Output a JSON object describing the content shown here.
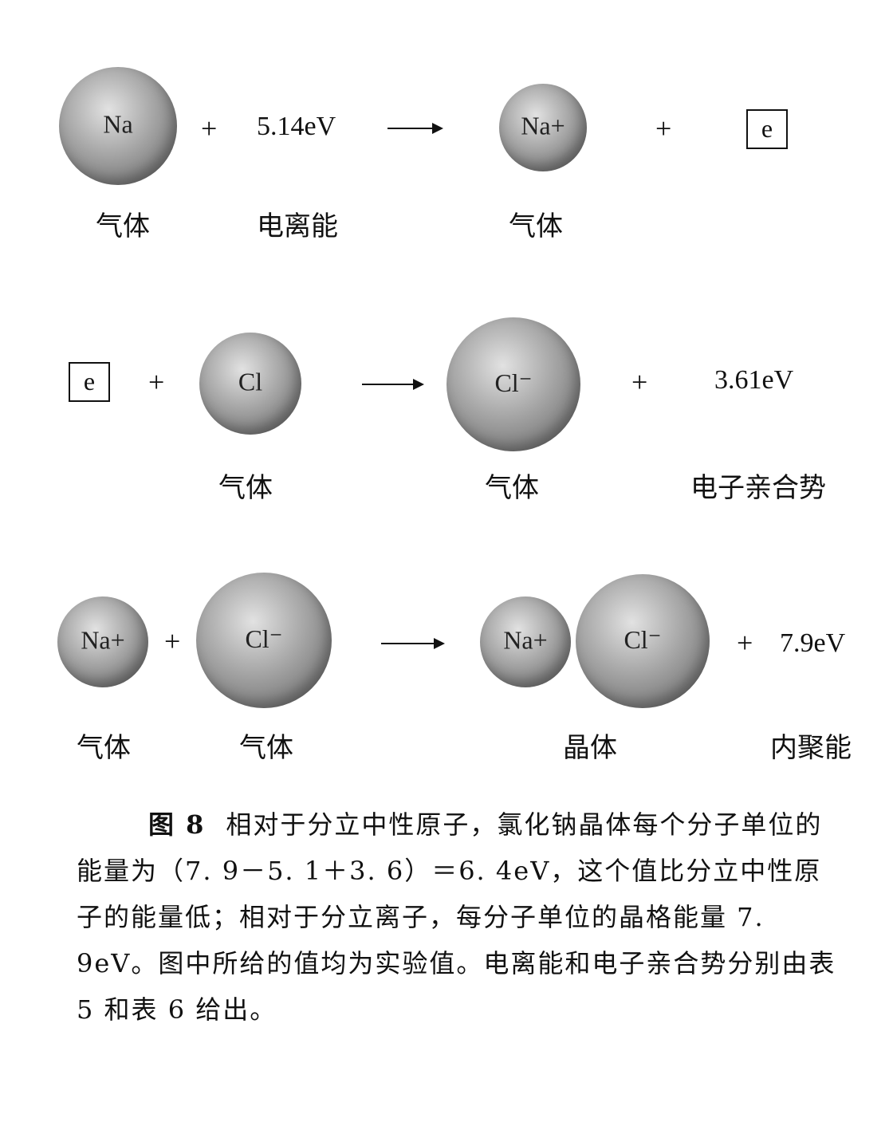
{
  "row1": {
    "atom1": "Na",
    "plus1": "+",
    "energy": "5.14eV",
    "ion": "Na+",
    "plus2": "+",
    "electron": "e",
    "label1": "气体",
    "label2": "电离能",
    "label3": "气体"
  },
  "row2": {
    "electron": "e",
    "plus1": "+",
    "atom": "Cl",
    "ion": "Cl⁻",
    "plus2": "+",
    "energy": "3.61eV",
    "label1": "气体",
    "label2": "气体",
    "label3": "电子亲合势"
  },
  "row3": {
    "ion1": "Na+",
    "plus1": "+",
    "ion2": "Cl⁻",
    "crystal_na": "Na+",
    "crystal_cl": "Cl⁻",
    "plus2": "+",
    "energy": "7.9eV",
    "label1": "气体",
    "label2": "气体",
    "label3": "晶体",
    "label4": "内聚能"
  },
  "caption": {
    "figure": "图 8",
    "text": "相对于分立中性原子，氯化钠晶体每个分子单位的能量为（7. 9－5. 1＋3. 6）＝6. 4eV，这个值比分立中性原子的能量低；相对于分立离子，每分子单位的晶格能量 7. 9eV。图中所给的值均为实验值。电离能和电子亲合势分别由表 5 和表 6 给出。"
  }
}
